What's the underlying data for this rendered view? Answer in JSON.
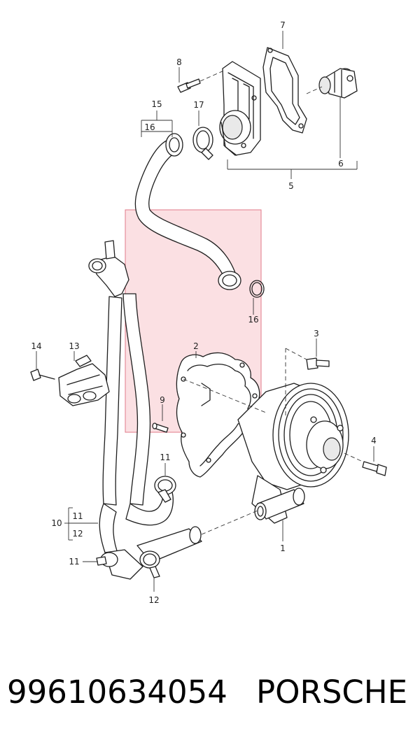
{
  "diagram": {
    "callouts": {
      "c1": "1",
      "c2": "2",
      "c3": "3",
      "c4": "4",
      "c5": "5",
      "c6": "6",
      "c7": "7",
      "c8": "8",
      "c9": "9",
      "c10": "10",
      "c11_top": "11",
      "c11_bracket": "11",
      "c11_left": "11",
      "c12_bracket": "12",
      "c12_bottom": "12",
      "c13": "13",
      "c14": "14",
      "c15": "15",
      "c16_bracket": "16",
      "c16_ring": "16",
      "c17": "17"
    },
    "highlight_color": "#f7c6cc",
    "highlight_border": "#e07a88"
  },
  "footer": {
    "part_number": "99610634054",
    "brand": "PORSCHE"
  }
}
